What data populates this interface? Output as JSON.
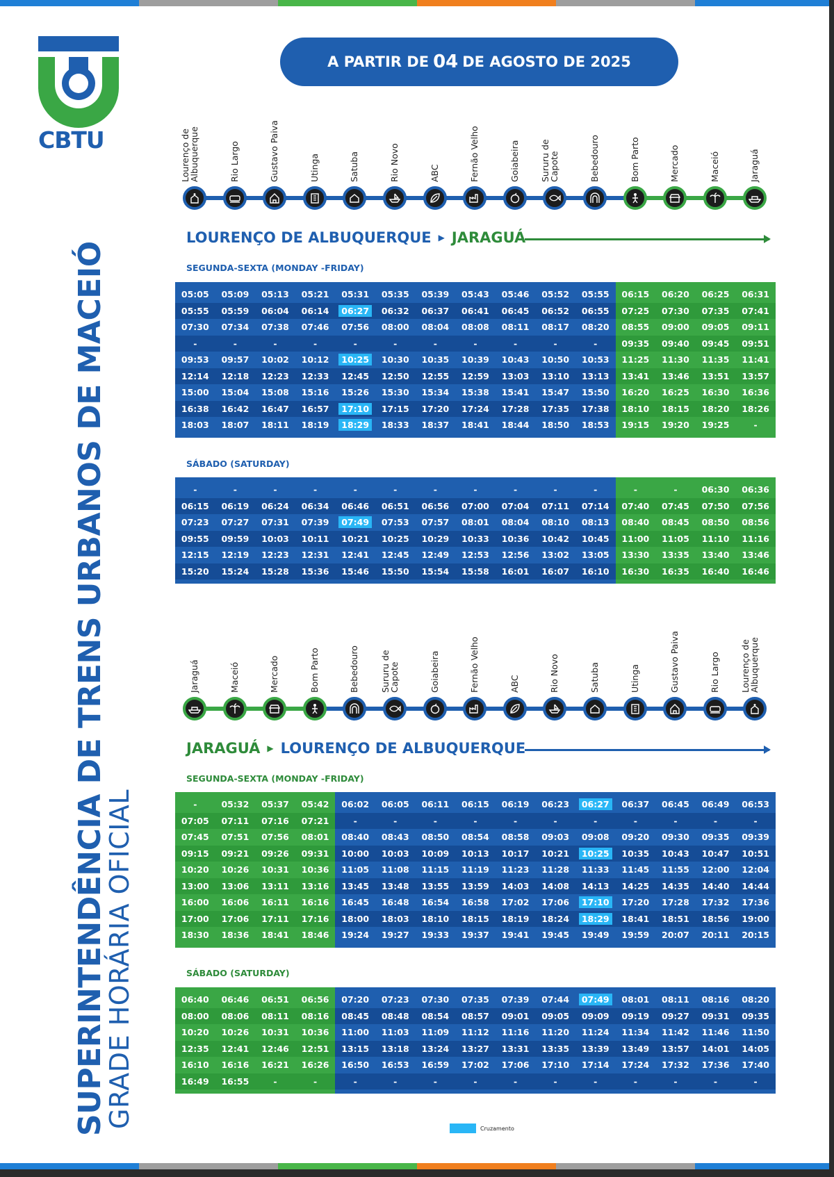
{
  "header": {
    "logo_text": "CBTU",
    "title": "SUPERINTENDÊNCIA DE TRENS URBANOS DE MACEIÓ",
    "subtitle": "GRADE HORÁRIA OFICIAL",
    "date_prefix": "A PARTIR DE",
    "date_day": "04",
    "date_suffix": "DE AGOSTO DE 2025"
  },
  "colors": {
    "blue": "#1f5faf",
    "blue_dark": "#154c96",
    "green": "#3aa745",
    "green_dark": "#2f9a3b",
    "highlight": "#29b6f6",
    "stripe": [
      "#1f7fd6",
      "#9e9e9e",
      "#49b649",
      "#f07f1e",
      "#9e9e9e",
      "#1f7fd6"
    ]
  },
  "outbound": {
    "from": "LOURENÇO DE ALBUQUERQUE",
    "to": "JARAGUÁ",
    "stations": [
      {
        "name": "Lourenço de\nAlbuquerque",
        "icon": "church-icon",
        "line": "blue"
      },
      {
        "name": "Rio Largo",
        "icon": "train-icon",
        "line": "blue"
      },
      {
        "name": "Gustavo Paiva",
        "icon": "chapel-icon",
        "line": "blue"
      },
      {
        "name": "Utinga",
        "icon": "building-icon",
        "line": "blue"
      },
      {
        "name": "Satuba",
        "icon": "house-icon",
        "line": "blue"
      },
      {
        "name": "Rio Novo",
        "icon": "boat-icon",
        "line": "blue"
      },
      {
        "name": "ABC",
        "icon": "leaf-icon",
        "line": "blue"
      },
      {
        "name": "Fernão Velho",
        "icon": "factory-icon",
        "line": "blue"
      },
      {
        "name": "Goiabeira",
        "icon": "fruit-icon",
        "line": "blue"
      },
      {
        "name": "Sururu de\nCapote",
        "icon": "fish-icon",
        "line": "blue"
      },
      {
        "name": "Bebedouro",
        "icon": "arch-icon",
        "line": "blue"
      },
      {
        "name": "Bom Parto",
        "icon": "figure-icon",
        "line": "green"
      },
      {
        "name": "Mercado",
        "icon": "market-icon",
        "line": "green"
      },
      {
        "name": "Maceió",
        "icon": "palm-icon",
        "line": "green"
      },
      {
        "name": "Jaraguá",
        "icon": "ship-icon",
        "line": "green"
      }
    ],
    "weekday_label": "SEGUNDA-SEXTA  (MONDAY -FRIDAY)",
    "weekday_rows": [
      [
        "05:05",
        "05:09",
        "05:13",
        "05:21",
        "05:31",
        "05:35",
        "05:39",
        "05:43",
        "05:46",
        "05:52",
        "05:55",
        "06:15",
        "06:20",
        "06:25",
        "06:31"
      ],
      [
        "05:55",
        "05:59",
        "06:04",
        "06:14",
        "06:27",
        "06:32",
        "06:37",
        "06:41",
        "06:45",
        "06:52",
        "06:55",
        "07:25",
        "07:30",
        "07:35",
        "07:41"
      ],
      [
        "07:30",
        "07:34",
        "07:38",
        "07:46",
        "07:56",
        "08:00",
        "08:04",
        "08:08",
        "08:11",
        "08:17",
        "08:20",
        "08:55",
        "09:00",
        "09:05",
        "09:11"
      ],
      [
        "-",
        "-",
        "-",
        "-",
        "-",
        "-",
        "-",
        "-",
        "-",
        "-",
        "-",
        "09:35",
        "09:40",
        "09:45",
        "09:51"
      ],
      [
        "09:53",
        "09:57",
        "10:02",
        "10:12",
        "10:25",
        "10:30",
        "10:35",
        "10:39",
        "10:43",
        "10:50",
        "10:53",
        "11:25",
        "11:30",
        "11:35",
        "11:41"
      ],
      [
        "12:14",
        "12:18",
        "12:23",
        "12:33",
        "12:45",
        "12:50",
        "12:55",
        "12:59",
        "13:03",
        "13:10",
        "13:13",
        "13:41",
        "13:46",
        "13:51",
        "13:57"
      ],
      [
        "15:00",
        "15:04",
        "15:08",
        "15:16",
        "15:26",
        "15:30",
        "15:34",
        "15:38",
        "15:41",
        "15:47",
        "15:50",
        "16:20",
        "16:25",
        "16:30",
        "16:36"
      ],
      [
        "16:38",
        "16:42",
        "16:47",
        "16:57",
        "17:10",
        "17:15",
        "17:20",
        "17:24",
        "17:28",
        "17:35",
        "17:38",
        "18:10",
        "18:15",
        "18:20",
        "18:26"
      ],
      [
        "18:03",
        "18:07",
        "18:11",
        "18:19",
        "18:29",
        "18:33",
        "18:37",
        "18:41",
        "18:44",
        "18:50",
        "18:53",
        "19:15",
        "19:20",
        "19:25",
        "-"
      ]
    ],
    "weekday_highlights": [
      [
        1,
        4
      ],
      [
        4,
        4
      ],
      [
        7,
        4
      ],
      [
        8,
        4
      ]
    ],
    "saturday_label": "SÁBADO (SATURDAY)",
    "saturday_rows": [
      [
        "-",
        "-",
        "-",
        "-",
        "-",
        "-",
        "-",
        "-",
        "-",
        "-",
        "-",
        "-",
        "-",
        "06:30",
        "06:36"
      ],
      [
        "06:15",
        "06:19",
        "06:24",
        "06:34",
        "06:46",
        "06:51",
        "06:56",
        "07:00",
        "07:04",
        "07:11",
        "07:14",
        "07:40",
        "07:45",
        "07:50",
        "07:56"
      ],
      [
        "07:23",
        "07:27",
        "07:31",
        "07:39",
        "07:49",
        "07:53",
        "07:57",
        "08:01",
        "08:04",
        "08:10",
        "08:13",
        "08:40",
        "08:45",
        "08:50",
        "08:56"
      ],
      [
        "09:55",
        "09:59",
        "10:03",
        "10:11",
        "10:21",
        "10:25",
        "10:29",
        "10:33",
        "10:36",
        "10:42",
        "10:45",
        "11:00",
        "11:05",
        "11:10",
        "11:16"
      ],
      [
        "12:15",
        "12:19",
        "12:23",
        "12:31",
        "12:41",
        "12:45",
        "12:49",
        "12:53",
        "12:56",
        "13:02",
        "13:05",
        "13:30",
        "13:35",
        "13:40",
        "13:46"
      ],
      [
        "15:20",
        "15:24",
        "15:28",
        "15:36",
        "15:46",
        "15:50",
        "15:54",
        "15:58",
        "16:01",
        "16:07",
        "16:10",
        "16:30",
        "16:35",
        "16:40",
        "16:46"
      ]
    ],
    "saturday_highlights": [
      [
        2,
        4
      ]
    ]
  },
  "inbound": {
    "from": "JARAGUÁ",
    "to": "LOURENÇO DE ALBUQUERQUE",
    "stations": [
      {
        "name": "Jaraguá",
        "icon": "ship-icon",
        "line": "green"
      },
      {
        "name": "Maceió",
        "icon": "palm-icon",
        "line": "green"
      },
      {
        "name": "Mercado",
        "icon": "market-icon",
        "line": "green"
      },
      {
        "name": "Bom Parto",
        "icon": "figure-icon",
        "line": "green"
      },
      {
        "name": "Bebedouro",
        "icon": "arch-icon",
        "line": "blue"
      },
      {
        "name": "Sururu de\nCapote",
        "icon": "fish-icon",
        "line": "blue"
      },
      {
        "name": "Goiabeira",
        "icon": "fruit-icon",
        "line": "blue"
      },
      {
        "name": "Fernão Velho",
        "icon": "factory-icon",
        "line": "blue"
      },
      {
        "name": "ABC",
        "icon": "leaf-icon",
        "line": "blue"
      },
      {
        "name": "Rio Novo",
        "icon": "boat-icon",
        "line": "blue"
      },
      {
        "name": "Satuba",
        "icon": "house-icon",
        "line": "blue"
      },
      {
        "name": "Utinga",
        "icon": "building-icon",
        "line": "blue"
      },
      {
        "name": "Gustavo Paiva",
        "icon": "chapel-icon",
        "line": "blue"
      },
      {
        "name": "Rio Largo",
        "icon": "train-icon",
        "line": "blue"
      },
      {
        "name": "Lourenço de\nAlbuquerque",
        "icon": "church-icon",
        "line": "blue"
      }
    ],
    "weekday_label": "SEGUNDA-SEXTA  (MONDAY -FRIDAY)",
    "weekday_rows": [
      [
        "-",
        "05:32",
        "05:37",
        "05:42",
        "06:02",
        "06:05",
        "06:11",
        "06:15",
        "06:19",
        "06:23",
        "06:27",
        "06:37",
        "06:45",
        "06:49",
        "06:53"
      ],
      [
        "07:05",
        "07:11",
        "07:16",
        "07:21",
        "-",
        "-",
        "-",
        "-",
        "-",
        "-",
        "-",
        "-",
        "-",
        "-",
        "-"
      ],
      [
        "07:45",
        "07:51",
        "07:56",
        "08:01",
        "08:40",
        "08:43",
        "08:50",
        "08:54",
        "08:58",
        "09:03",
        "09:08",
        "09:20",
        "09:30",
        "09:35",
        "09:39"
      ],
      [
        "09:15",
        "09:21",
        "09:26",
        "09:31",
        "10:00",
        "10:03",
        "10:09",
        "10:13",
        "10:17",
        "10:21",
        "10:25",
        "10:35",
        "10:43",
        "10:47",
        "10:51"
      ],
      [
        "10:20",
        "10:26",
        "10:31",
        "10:36",
        "11:05",
        "11:08",
        "11:15",
        "11:19",
        "11:23",
        "11:28",
        "11:33",
        "11:45",
        "11:55",
        "12:00",
        "12:04"
      ],
      [
        "13:00",
        "13:06",
        "13:11",
        "13:16",
        "13:45",
        "13:48",
        "13:55",
        "13:59",
        "14:03",
        "14:08",
        "14:13",
        "14:25",
        "14:35",
        "14:40",
        "14:44"
      ],
      [
        "16:00",
        "16:06",
        "16:11",
        "16:16",
        "16:45",
        "16:48",
        "16:54",
        "16:58",
        "17:02",
        "17:06",
        "17:10",
        "17:20",
        "17:28",
        "17:32",
        "17:36"
      ],
      [
        "17:00",
        "17:06",
        "17:11",
        "17:16",
        "18:00",
        "18:03",
        "18:10",
        "18:15",
        "18:19",
        "18:24",
        "18:29",
        "18:41",
        "18:51",
        "18:56",
        "19:00"
      ],
      [
        "18:30",
        "18:36",
        "18:41",
        "18:46",
        "19:24",
        "19:27",
        "19:33",
        "19:37",
        "19:41",
        "19:45",
        "19:49",
        "19:59",
        "20:07",
        "20:11",
        "20:15"
      ]
    ],
    "weekday_highlights": [
      [
        0,
        10
      ],
      [
        3,
        10
      ],
      [
        6,
        10
      ],
      [
        7,
        10
      ]
    ],
    "saturday_label": "SÁBADO  (SATURDAY)",
    "saturday_rows": [
      [
        "06:40",
        "06:46",
        "06:51",
        "06:56",
        "07:20",
        "07:23",
        "07:30",
        "07:35",
        "07:39",
        "07:44",
        "07:49",
        "08:01",
        "08:11",
        "08:16",
        "08:20"
      ],
      [
        "08:00",
        "08:06",
        "08:11",
        "08:16",
        "08:45",
        "08:48",
        "08:54",
        "08:57",
        "09:01",
        "09:05",
        "09:09",
        "09:19",
        "09:27",
        "09:31",
        "09:35"
      ],
      [
        "10:20",
        "10:26",
        "10:31",
        "10:36",
        "11:00",
        "11:03",
        "11:09",
        "11:12",
        "11:16",
        "11:20",
        "11:24",
        "11:34",
        "11:42",
        "11:46",
        "11:50"
      ],
      [
        "12:35",
        "12:41",
        "12:46",
        "12:51",
        "13:15",
        "13:18",
        "13:24",
        "13:27",
        "13:31",
        "13:35",
        "13:39",
        "13:49",
        "13:57",
        "14:01",
        "14:05"
      ],
      [
        "16:10",
        "16:16",
        "16:21",
        "16:26",
        "16:50",
        "16:53",
        "16:59",
        "17:02",
        "17:06",
        "17:10",
        "17:14",
        "17:24",
        "17:32",
        "17:36",
        "17:40"
      ],
      [
        "16:49",
        "16:55",
        "-",
        "-",
        "-",
        "-",
        "-",
        "-",
        "-",
        "-",
        "-",
        "-",
        "-",
        "-",
        "-"
      ]
    ],
    "saturday_highlights": [
      [
        0,
        10
      ]
    ]
  },
  "legend": {
    "label": "Cruzamento"
  }
}
